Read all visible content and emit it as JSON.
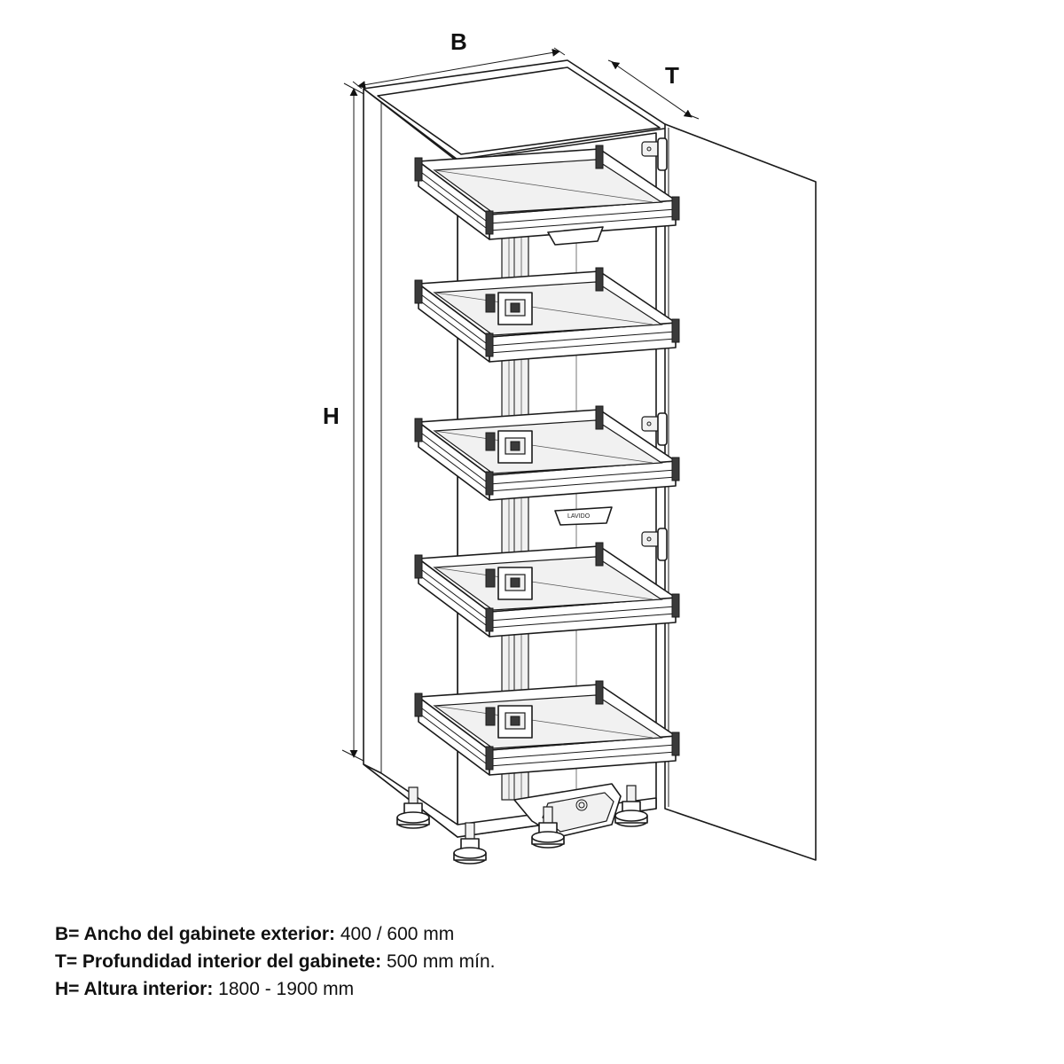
{
  "dimensions": {
    "width_label": "B",
    "depth_label": "T",
    "height_label": "H"
  },
  "brand_label": "LAVIDO",
  "legend": [
    {
      "key": "B= Ancho del gabinete exterior:",
      "value": " 400 / 600 mm"
    },
    {
      "key": "T= Profundidad interior del gabinete:",
      "value": " 500 mm mín."
    },
    {
      "key": "H= Altura interior:",
      "value": " 1800 - 1900 mm"
    }
  ]
}
